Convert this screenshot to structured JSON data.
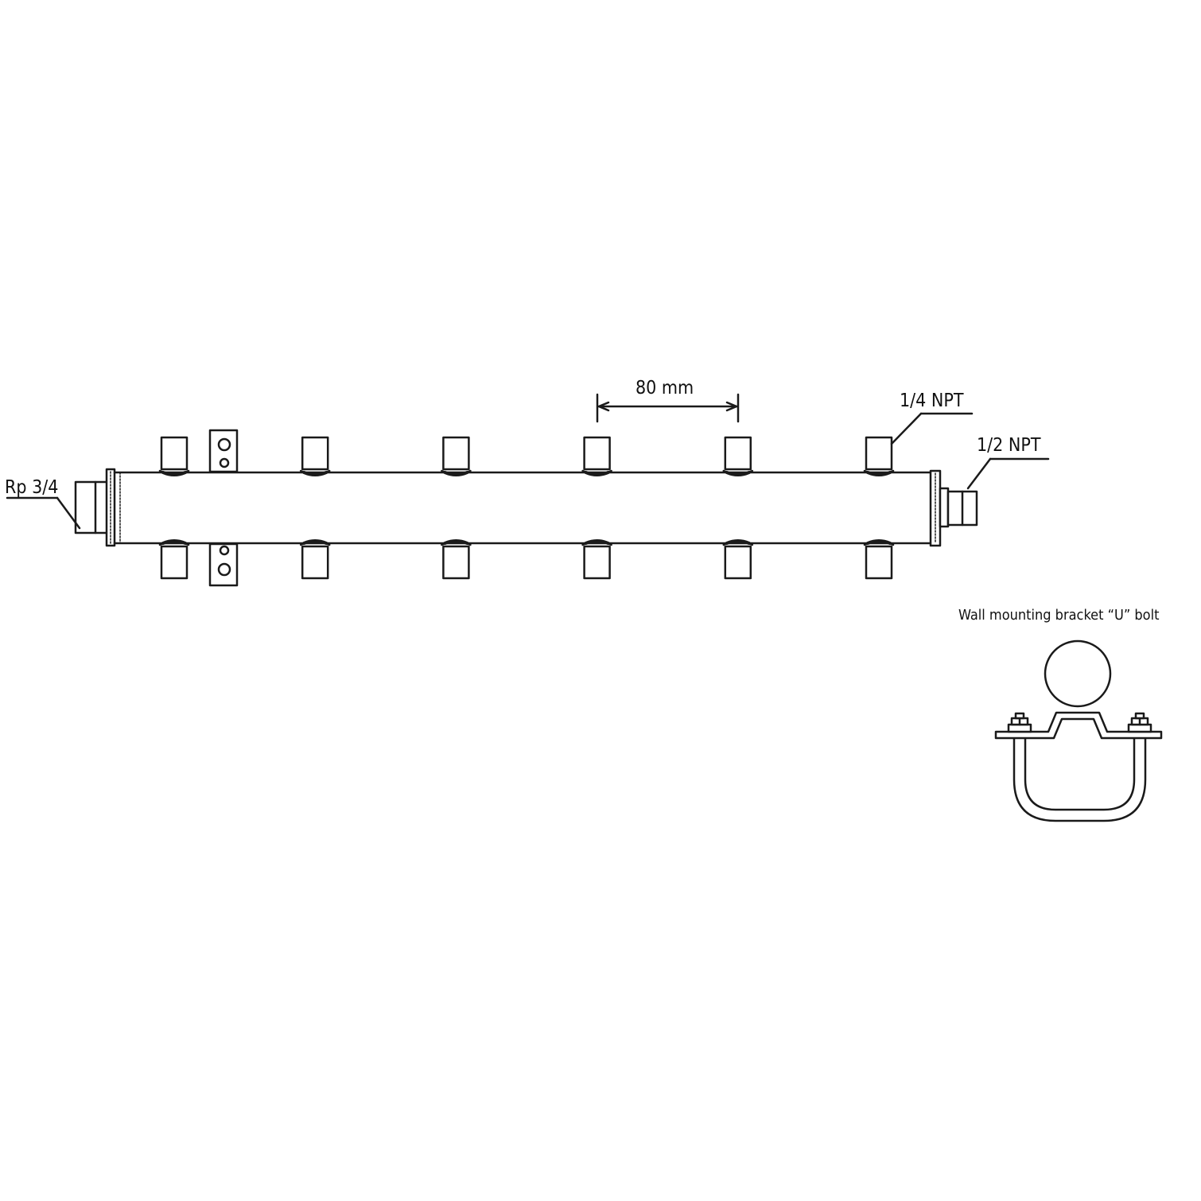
{
  "labels": {
    "inlet_thread": "Rp 3/4",
    "outlet_thread": "1/2 NPT",
    "port_thread": "1/4 NPT",
    "port_spacing": "80 mm",
    "bracket_title": "Wall mounting bracket “U” bolt"
  },
  "manifold": {
    "ports_per_side": 6,
    "sides": [
      "top",
      "bottom"
    ]
  },
  "colors": {
    "line": "#1a1a1a",
    "background": "#ffffff"
  }
}
